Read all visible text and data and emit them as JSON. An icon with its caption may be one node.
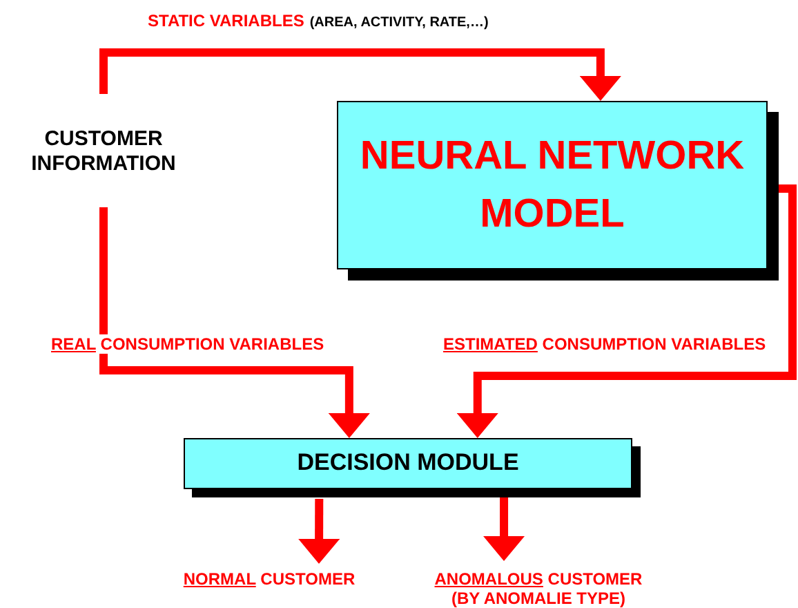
{
  "diagram": {
    "nodes": [
      {
        "text": [
          "CUSTOMER INFORMATION"
        ]
      },
      {
        "text": [
          "NEURAL NETWORK MODEL"
        ]
      },
      {
        "text": [
          "DECISION MODULE"
        ]
      },
      {
        "text": [
          "**NORMAL** CUSTOMER"
        ]
      },
      {
        "text": [
          "**ANOMALOUS** CUSTOMER (BY ANOMALIE TYPE)"
        ]
      }
    ],
    "edges": [
      {
        "from": 0,
        "to": 1,
        "arrow": "to",
        "label": "STATIC VARIABLES"
      },
      {
        "from": 0,
        "to": 2,
        "arrow": "to",
        "label": "**REAL** CONSUMPTION VARIABLES"
      },
      {
        "from": 1,
        "to": 2,
        "arrow": "to",
        "label": "**ESTIMATED** CONSUMPTION VARIABLES"
      },
      {
        "from": 2,
        "to": 3,
        "arrow": "to"
      },
      {
        "from": 2,
        "to": 4,
        "arrow": "to"
      }
    ],
    "labels": [
      "(AREA, ACTIVITY, RATE,…)"
    ]
  }
}
